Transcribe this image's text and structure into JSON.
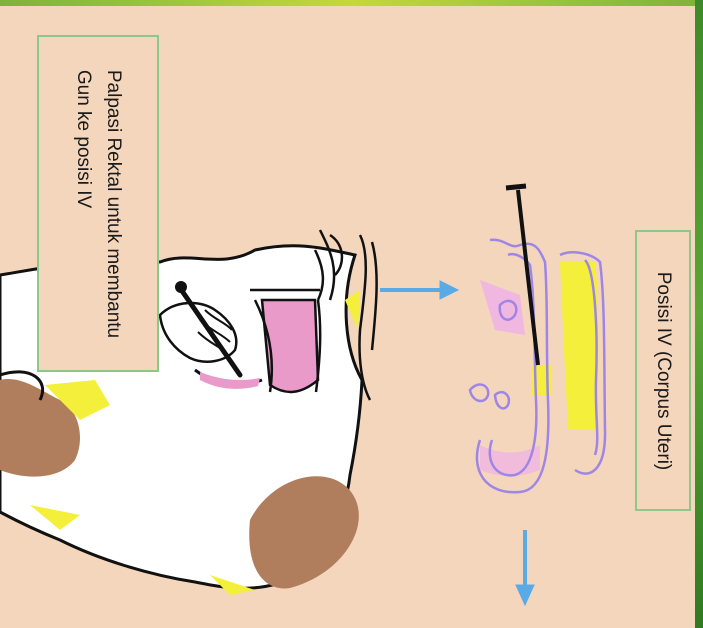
{
  "labels": {
    "left_caption_line1": "Palpasi Rektal untuk membantu",
    "left_caption_line2": "Gun ke posisi IV",
    "right_caption": "Posisi IV (Corpus Uteri)"
  },
  "colors": {
    "background": "#f4d6bd",
    "box_border": "#8cc88a",
    "arrow": "#5aaae6",
    "cow_spot": "#b07e5c",
    "uterus_outline": "#9f86e6",
    "highlight_yellow": "#f3ef3a",
    "pink_tissue": "#e99ac8"
  }
}
